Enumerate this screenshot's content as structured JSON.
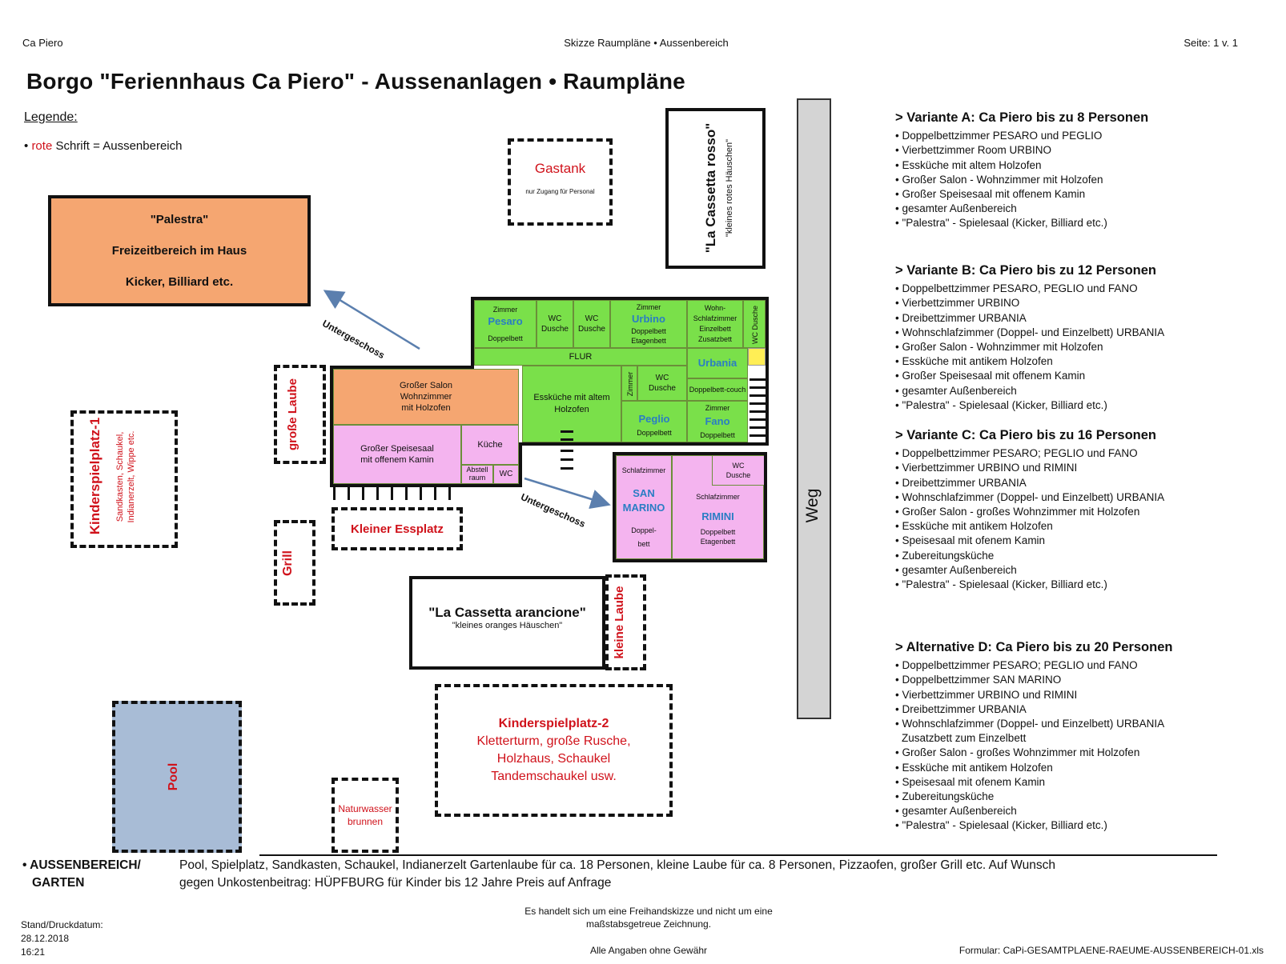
{
  "header": {
    "left": "Ca Piero",
    "center": "Skizze Raumpläne • Aussenbereich",
    "right": "Seite: 1 v. 1"
  },
  "title": "Borgo \"Feriennhaus Ca Piero\" - Aussenanlagen • Raumpläne",
  "legend": {
    "title": "Legende:",
    "bullet": "•",
    "red_word": "rote",
    "rest": "Schrift = Aussenbereich"
  },
  "plan": {
    "palestra": {
      "l1": "\"Palestra\"",
      "l2": "Freizeitbereich im Haus",
      "l3": "Kicker, Billiard etc."
    },
    "gastank": {
      "name": "Gastank",
      "note": "nur Zugang für Personal"
    },
    "cassetta_rosso": {
      "name": "\"La Cassetta rosso\"",
      "sub": "\"kleines rotes Häuschen\""
    },
    "weg": "Weg",
    "untergeschoss_1": "Untergeschoss",
    "untergeschoss_2": "Untergeschoss",
    "kinderspielplatz1": {
      "name": "Kinderspielplatz-1",
      "sub": "Sandkasten, Schaukel, Indianerzelt, Wippe etc."
    },
    "grosse_laube": "große Laube",
    "grill": "Grill",
    "kleiner_essplatz": "Kleiner Essplatz",
    "cassetta_arancione": {
      "name": "\"La Cassetta arancione\"",
      "sub": "\"kleines oranges Häuschen\""
    },
    "kleine_laube": "kleine Laube",
    "pool": "Pool",
    "naturwasser": {
      "l1": "Naturwasser",
      "l2": "brunnen"
    },
    "kinderspielplatz2": {
      "l1": "Kinderspielplatz-2",
      "l2": "Kletterturm, große Rusche,",
      "l3": "Holzhaus, Schaukel",
      "l4": "Tandemschaukel usw."
    },
    "rooms": {
      "pesaro": {
        "top": "Zimmer",
        "name": "Pesaro",
        "bottom": "Doppelbett"
      },
      "wc1": {
        "a": "WC",
        "b": "Dusche"
      },
      "wc2": {
        "a": "WC",
        "b": "Dusche"
      },
      "urbino": {
        "top": "Zimmer",
        "name": "Urbino",
        "b1": "Doppelbett",
        "b2": "Etagenbett"
      },
      "urbania_text": {
        "l1": "Wohn-",
        "l2": "Schlafzimmer",
        "l3": "Einzelbett",
        "l4": "Zusatzbett"
      },
      "urbania_name": "Urbania",
      "wc_dusche_vert": "WC Dusche",
      "flur": "FLUR",
      "salon": {
        "l1": "Großer Salon",
        "l2": "Wohnzimmer",
        "l3": "mit Holzofen"
      },
      "esskueche": {
        "l1": "Essküche mit altem",
        "l2": "Holzofen"
      },
      "zimmer_vert": "Zimmer",
      "wc3": {
        "a": "WC",
        "b": "Dusche"
      },
      "peglio": {
        "name": "Peglio",
        "bottom": "Doppelbett"
      },
      "couch": "Doppelbett-couch",
      "fano": {
        "top": "Zimmer",
        "name": "Fano",
        "bottom": "Doppelbett"
      },
      "speisesaal": {
        "l1": "Großer Speisesaal",
        "l2": "mit offenem Kamin"
      },
      "kueche": "Küche",
      "abstell": {
        "l1": "Abstell",
        "l2": "raum"
      },
      "wc4": "WC",
      "sanmarino": {
        "top": "Schlafzimmer",
        "n1": "SAN",
        "n2": "MARINO",
        "b1": "Doppel-",
        "b2": "bett"
      },
      "rimini": {
        "top": "Schlafzimmer",
        "name": "RIMINI",
        "b1": "Doppelbett",
        "b2": "Etagenbett"
      },
      "wc5": {
        "a": "WC",
        "b": "Dusche"
      }
    }
  },
  "variants": [
    {
      "heading": "> Variante A: Ca Piero bis zu 8 Personen",
      "items": [
        "Doppelbettzimmer PESARO und PEGLIO",
        "Vierbettzimmer Room URBINO",
        "Essküche mit altem Holzofen",
        "Großer Salon - Wohnzimmer mit Holzofen",
        "Großer Speisesaal mit offenem Kamin",
        "gesamter Außenbereich",
        "\"Palestra\" - Spielesaal (Kicker, Billiard etc.)"
      ]
    },
    {
      "heading": "> Variante B: Ca Piero bis zu 12 Personen",
      "items": [
        "Doppelbettzimmer PESARO, PEGLIO und FANO",
        "Vierbettzimmer URBINO",
        "Dreibettzimmer URBANIA",
        "Wohnschlafzimmer (Doppel- und Einzelbett) URBANIA",
        "Großer Salon - Wohnzimmer mit Holzofen",
        "Essküche mit antikem Holzofen",
        "Großer Speisesaal mit offenem Kamin",
        "gesamter Außenbereich",
        "\"Palestra\" - Spielesaal (Kicker, Billiard etc.)"
      ]
    },
    {
      "heading": "> Variante C: Ca Piero bis zu 16 Personen",
      "items": [
        "Doppelbettzimmer PESARO; PEGLIO und FANO",
        "Vierbettzimmer URBINO und RIMINI",
        "Dreibettzimmer URBANIA",
        "Wohnschlafzimmer (Doppel- und Einzelbett) URBANIA",
        "Großer Salon - großes Wohnzimmer mit Holzofen",
        "Essküche mit antikem Holzofen",
        "Speisesaal mit ofenem Kamin",
        "Zubereitungsküche",
        "gesamter Außenbereich",
        "\"Palestra\" - Spielesaal (Kicker, Billiard etc.)"
      ]
    },
    {
      "heading": "> Alternative D: Ca Piero bis zu 20 Personen",
      "items": [
        "Doppelbettzimmer PESARO; PEGLIO und FANO",
        "Doppelbettzimmer SAN MARINO",
        "Vierbettzimmer URBINO und RIMINI",
        "Dreibettzimmer URBANIA",
        "Wohnschlafzimmer (Doppel- und Einzelbett) URBANIA",
        "Zusatzbett zum Einzelbett",
        "Großer Salon - großes Wohnzimmer mit Holzofen",
        "Essküche mit antikem Holzofen",
        "Speisesaal mit ofenem Kamin",
        "Zubereitungsküche",
        "gesamter Außenbereich",
        "\"Palestra\" - Spielesaal (Kicker, Billiard etc.)"
      ]
    }
  ],
  "footer": {
    "aussen_label_1": "• AUSSENBEREICH/",
    "aussen_label_2": "GARTEN",
    "aussen_text_1": "Pool, Spielplatz, Sandkasten, Schaukel, Indianerzelt  Gartenlaube für ca. 18 Personen, kleine Laube für  ca. 8 Personen, Pizzaofen, großer Grill etc. Auf Wunsch",
    "aussen_text_2": "gegen Unkostenbeitrag:  HÜPFBURG für Kinder bis 12 Jahre Preis auf Anfrage",
    "stand_1": "Stand/Druckdatum:",
    "stand_2": "28.12.2018",
    "stand_3": "16:21",
    "note_1": "Es handelt  sich um eine Freihandskizze und nicht um eine",
    "note_2": "maßstabsgetreue Zeichnung.",
    "note_3": "Alle Angaben ohne Gewähr",
    "formular": "Formular: CaPi-GESAMTPLAENE-RAEUME-AUSSENBEREICH-01.xls"
  },
  "colors": {
    "outdoor_text": "#d0121b",
    "room_name": "#2a7dc4",
    "green_room": "#7ae04a",
    "pink_room": "#f4b4ef",
    "orange_room": "#f5a671",
    "pool": "#a8bcd6",
    "path": "#d4d4d4"
  }
}
